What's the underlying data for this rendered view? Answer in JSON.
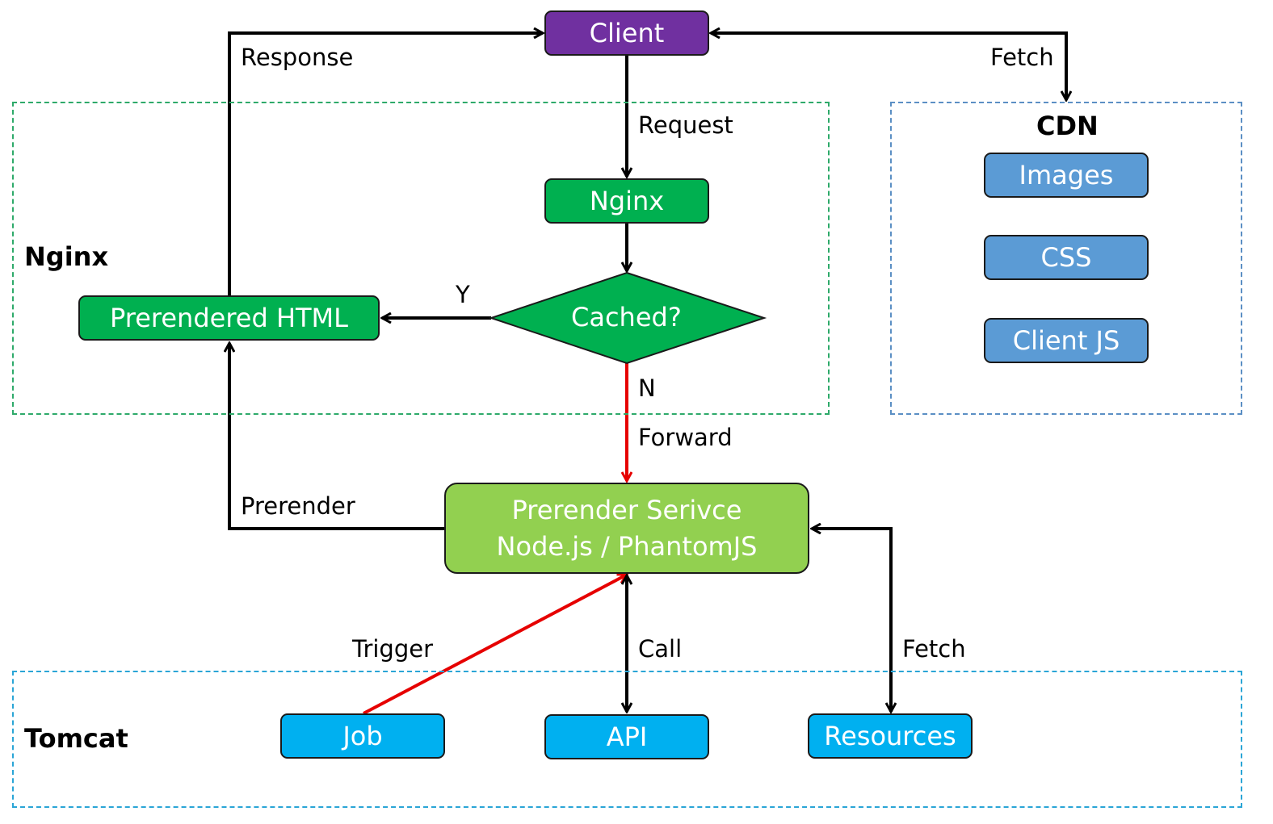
{
  "groups": {
    "nginx": {
      "label": "Nginx",
      "color": "#2eaa6a"
    },
    "cdn": {
      "label": "CDN",
      "color": "#5b8fc4"
    },
    "tomcat": {
      "label": "Tomcat",
      "color": "#2aa5d6"
    }
  },
  "nodes": {
    "client": {
      "label": "Client",
      "color": "#7030a0"
    },
    "nginx": {
      "label": "Nginx",
      "color": "#00b050"
    },
    "cached": {
      "label": "Cached?",
      "color": "#00b050"
    },
    "prerendered_html": {
      "label": "Prerendered HTML",
      "color": "#00b050"
    },
    "prerender_service": {
      "line1": "Prerender Serivce",
      "line2": "Node.js / PhantomJS",
      "color": "#92d050"
    },
    "images": {
      "label": "Images",
      "color": "#5b9bd5"
    },
    "css": {
      "label": "CSS",
      "color": "#5b9bd5"
    },
    "client_js": {
      "label": "Client JS",
      "color": "#5b9bd5"
    },
    "job": {
      "label": "Job",
      "color": "#00b0f0"
    },
    "api": {
      "label": "API",
      "color": "#00b0f0"
    },
    "resources": {
      "label": "Resources",
      "color": "#00b0f0"
    }
  },
  "edges": {
    "response": "Response",
    "fetch_cdn": "Fetch",
    "request": "Request",
    "yes": "Y",
    "no": "N",
    "forward": "Forward",
    "prerender": "Prerender",
    "trigger": "Trigger",
    "call": "Call",
    "fetch_resources": "Fetch"
  },
  "colors": {
    "arrow": "#000000",
    "highlight_arrow": "#e60000"
  }
}
